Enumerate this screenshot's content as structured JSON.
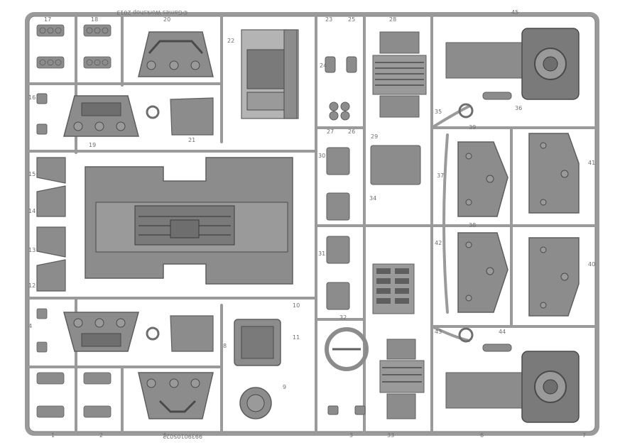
{
  "sprue": {
    "copyright": "©Games Workshop 2013",
    "code": "99390105022",
    "frame_color": "#9a9a9a",
    "part_color": "#8c8c8c",
    "part_light": "#b4b4b4",
    "part_dark": "#5e5e5e",
    "background": "#ffffff",
    "part_numbers": [
      "1",
      "2",
      "3",
      "4",
      "5",
      "6",
      "7",
      "8",
      "9",
      "10",
      "11",
      "12",
      "13",
      "14",
      "15",
      "16",
      "17",
      "18",
      "19",
      "20",
      "21",
      "22",
      "23",
      "24",
      "25",
      "26",
      "27",
      "28",
      "29",
      "30",
      "31",
      "32",
      "33",
      "34",
      "35",
      "36",
      "37",
      "38",
      "39",
      "40",
      "41",
      "42",
      "43",
      "44",
      "45"
    ]
  }
}
